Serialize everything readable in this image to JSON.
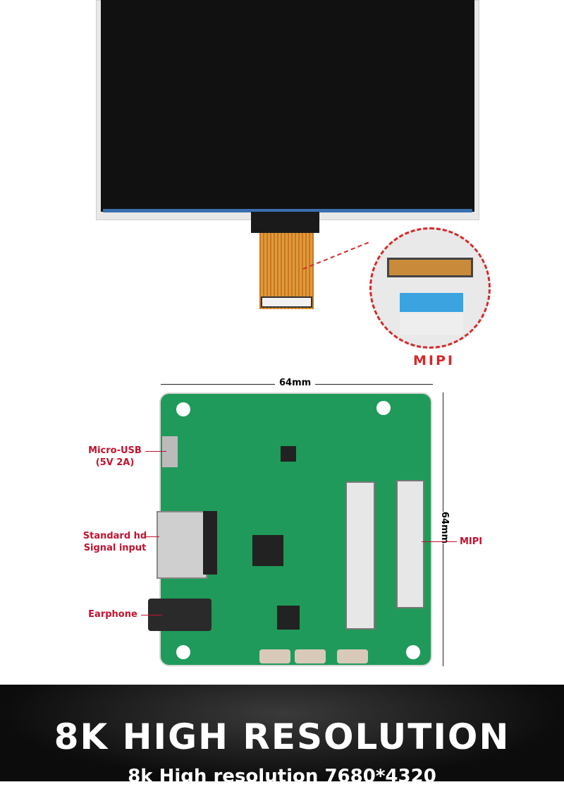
{
  "callouts": {
    "mipi_zoom": "MIPI",
    "width_dim": "64mm",
    "height_dim": "64mm"
  },
  "labels": {
    "usb": "Micro-USB",
    "usb_power": "(5V  2A)",
    "hdmi1": "Standard hd",
    "hdmi2": "Signal input",
    "earphone": "Earphone",
    "mipi": "MIPI"
  },
  "banner": {
    "title": "8K HIGH RESOLUTION",
    "subtitle": "8k High resolution 7680*4320"
  },
  "colors": {
    "accent": "#c3122e",
    "pcb": "#1f9a5a"
  }
}
